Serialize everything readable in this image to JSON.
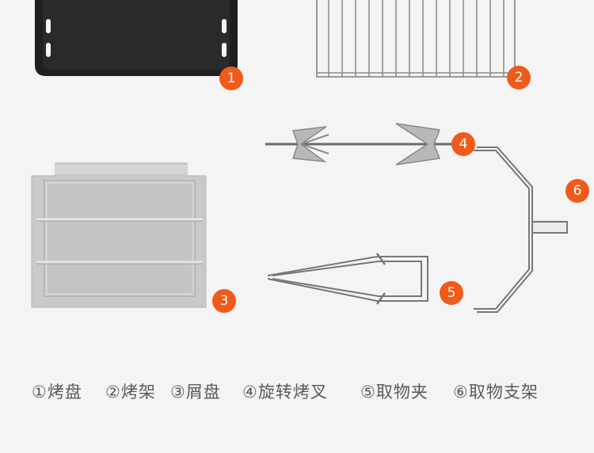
{
  "colors": {
    "background": "#f4f4f4",
    "badge": "#f05a1a",
    "tray_dark": "#1f1f1f",
    "metal": "#c9c9c9",
    "wire": "#8a8a8a",
    "legend_text": "#5a5a5a"
  },
  "badges": [
    "1",
    "2",
    "3",
    "4",
    "5",
    "6"
  ],
  "legend": [
    {
      "num": "①",
      "label": "烤盘"
    },
    {
      "num": "②",
      "label": "烤架"
    },
    {
      "num": "③",
      "label": "屑盘"
    },
    {
      "num": "④",
      "label": "旋转烤叉"
    },
    {
      "num": "⑤",
      "label": "取物夹"
    },
    {
      "num": "⑥",
      "label": "取物支架"
    }
  ]
}
